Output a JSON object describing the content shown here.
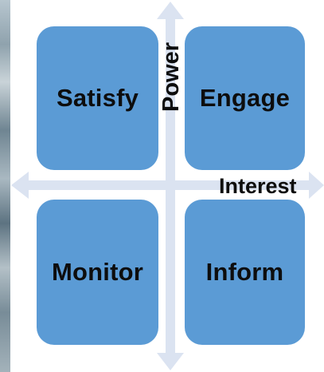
{
  "diagram": {
    "axes": {
      "vertical_label": "Power",
      "horizontal_label": "Interest"
    },
    "quadrants": {
      "top_left": "Satisfy",
      "top_right": "Engage",
      "bottom_left": "Monitor",
      "bottom_right": "Inform"
    },
    "colors": {
      "quadrant_fill": "#5b9bd5",
      "axis_fill": "#dbe3f1",
      "label_text": "#0d0d0d"
    }
  }
}
